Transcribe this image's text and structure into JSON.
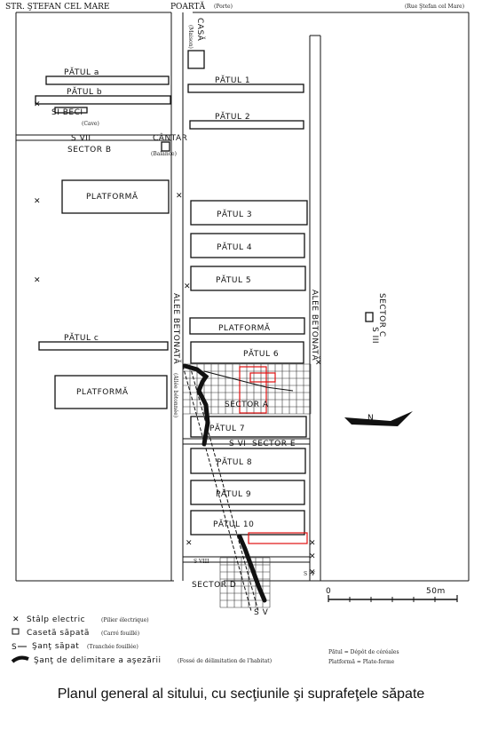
{
  "top": {
    "street": "STR. ŞTEFAN CEL MARE",
    "gate": "POARTĂ",
    "gate_fr": "(Porte)",
    "street_fr": "(Rue Ştefan cel Mare)"
  },
  "labels": {
    "casa": "CASĂ",
    "casa_fr": "(Maison)",
    "patul_a": "PĂTUL a",
    "patul_b": "PĂTUL b",
    "beci": "SI BECI",
    "beci_fr": "(Cave)",
    "s_vii": "S VII",
    "sector_b": "SECTOR B",
    "cantar": "CÂNTAR",
    "cantar_fr": "(Balance)",
    "platforma_left_1": "PLATFORMĂ",
    "patul_c": "PĂTUL c",
    "platforma_left_2": "PLATFORMĂ",
    "patul_1": "PĂTUL 1",
    "patul_2": "PĂTUL 2",
    "patul_3": "PĂTUL 3",
    "patul_4": "PĂTUL 4",
    "patul_5": "PĂTUL 5",
    "platforma_mid": "PLATFORMĂ",
    "patul_6": "PĂTUL 6",
    "sector_a": "SECTOR A",
    "patul_7": "PĂTUL 7",
    "s_vi": "S VI",
    "sector_e": "SECTOR E",
    "patul_8": "PĂTUL 8",
    "patul_9": "PĂTUL 9",
    "patul_10": "PĂTUL 10",
    "s_viii": "S VIII",
    "sector_d": "SECTOR D",
    "s_v": "S V",
    "s_iv": "S IV",
    "alee_left": "ALEE BETONATĂ",
    "alee_left_fr": "(Allée bétonnée)",
    "alee_right": "ALEE BETONATĂ",
    "sector_c": "SECTOR C",
    "s_iii": "S III",
    "scale_0": "0",
    "scale_50": "50m",
    "north": "N"
  },
  "legend": {
    "pole": "Stâlp electric",
    "pole_fr": "(Pilier électrique)",
    "square": "Casetă săpată",
    "square_fr": "(Carré fouillé)",
    "trench": "Şanţ săpat",
    "trench_fr": "(Tranchée fouillée)",
    "ditch": "Şanţ de delimitare a aşezării",
    "ditch_fr": "(Fossé de délimitation de l'habitat)",
    "note_1": "Pătul = Dépôt de céréales",
    "note_2": "Platformă = Plate-forme"
  },
  "caption": "Planul general al sitului, cu secţiunile şi suprafeţele săpate"
}
